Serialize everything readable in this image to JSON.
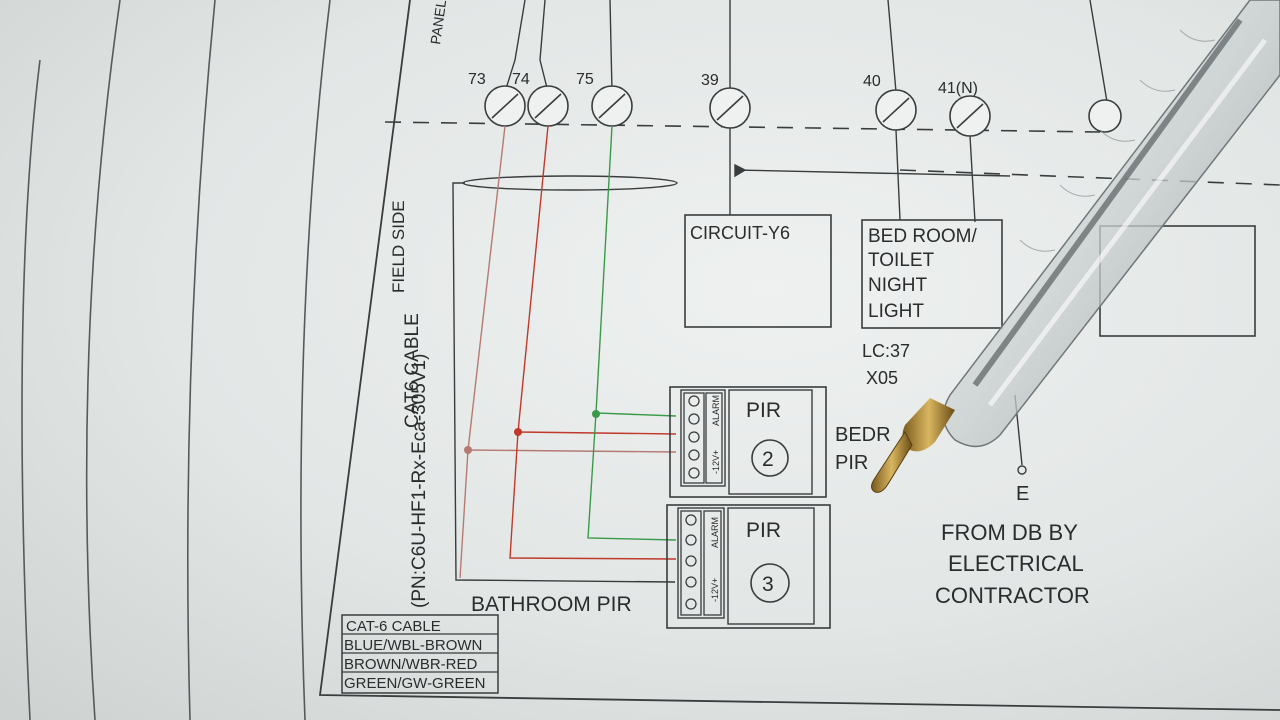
{
  "panel_label": "PANEL",
  "field_side_label": "FIELD SIDE",
  "cable_label_1": "CAT6 CABLE",
  "cable_label_2": "(PN:C6U-HF1-Rx-Eca-305V1)",
  "terminals": [
    {
      "number": "73"
    },
    {
      "number": "74"
    },
    {
      "number": "75"
    },
    {
      "number": "39"
    },
    {
      "number": "40"
    },
    {
      "number": "41(N)"
    }
  ],
  "circuit_box": {
    "label": "CIRCUIT-Y6"
  },
  "bedroom_box": {
    "lines": [
      "BED ROOM/",
      "TOILET",
      "NIGHT",
      "LIGHT"
    ]
  },
  "lc_label": {
    "line1": "LC:37",
    "line2": "X05"
  },
  "pir_2": {
    "title": "PIR",
    "number": "2",
    "side_label_1": "BEDR",
    "side_label_2": "PIR"
  },
  "pir_3": {
    "title": "PIR",
    "number": "3",
    "side_label": "BATHROOM PIR"
  },
  "pir_terminal_text": {
    "alarm": "ALARM",
    "power": "-12V+"
  },
  "earth_label": "E",
  "from_db": [
    "FROM DB BY",
    "ELECTRICAL",
    "CONTRACTOR"
  ],
  "legend": {
    "title": "CAT-6 CABLE",
    "rows": [
      "BLUE/WBL-BROWN",
      "BROWN/WBR-RED",
      "GREEN/GW-GREEN"
    ]
  },
  "colors": {
    "paper": "#e8ecea",
    "line": "#3a3d3e",
    "red_wire": "#c0392b",
    "green_wire": "#3a9a4a",
    "brown_wire": "#b57a72"
  },
  "icons": {
    "pen": "ballpoint-pen-icon",
    "terminal": "screw-terminal-icon"
  }
}
